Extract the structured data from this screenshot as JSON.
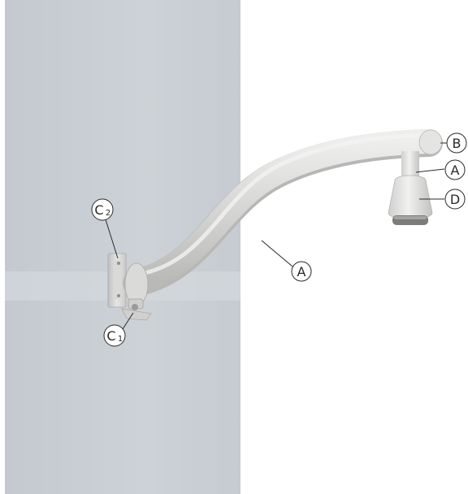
{
  "callouts": {
    "arm_label": "A",
    "neck_label": "A",
    "cap_label": "B",
    "head_label": "D",
    "clamp_top_label": "C",
    "clamp_top_sub": "2",
    "clamp_bottom_label": "C",
    "clamp_bottom_sub": "1"
  },
  "colors": {
    "wall": "#c7ccd2",
    "arm": "#d7d7d6",
    "callout_stroke": "#2a2a2a",
    "background": "#ffffff"
  }
}
